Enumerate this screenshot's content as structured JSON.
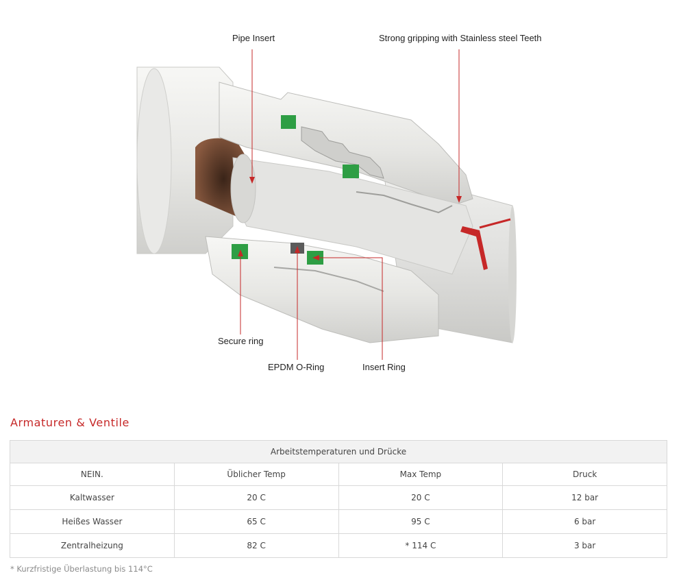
{
  "diagram": {
    "labels": {
      "pipe_insert": "Pipe Insert",
      "teeth": "Strong gripping with Stainless steel Teeth",
      "secure_ring": "Secure ring",
      "epdm_oring": "EPDM O-Ring",
      "insert_ring": "Insert Ring"
    },
    "colors": {
      "leader_line": "#c62828",
      "seal_green": "#2e9e44",
      "body_white": "#eeeeec",
      "pipe_gray": "#dcdcda",
      "pipe_interior": "#5a3a2a"
    }
  },
  "section": {
    "title": "Armaturen & Ventile",
    "accent_color": "#c62828"
  },
  "table": {
    "caption": "Arbeitstemperaturen und Drücke",
    "headers": [
      "NEIN.",
      "Üblicher Temp",
      "Max Temp",
      "Druck"
    ],
    "rows": [
      [
        "Kaltwasser",
        "20 C",
        "20 C",
        "12 bar"
      ],
      [
        "Heißes Wasser",
        "65 C",
        "95 C",
        "6 bar"
      ],
      [
        "Zentralheizung",
        "82 C",
        "* 114 C",
        "3 bar"
      ]
    ]
  },
  "footnote": "* Kurzfristige Überlastung bis 114°C"
}
